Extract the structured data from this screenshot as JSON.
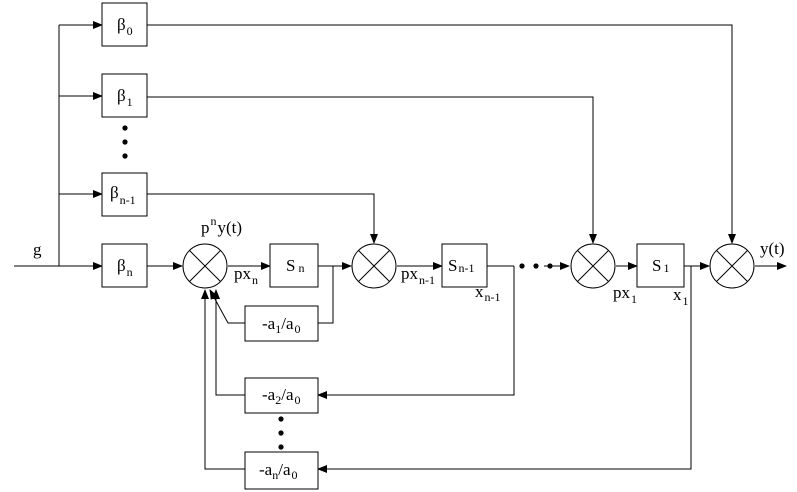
{
  "input_label": "g",
  "output_label": "y(t)",
  "pn_label": {
    "base": "p",
    "sup": "n",
    "rest": "y(t)"
  },
  "beta_blocks": [
    {
      "main": "β",
      "sub": "0"
    },
    {
      "main": "β",
      "sub": "1"
    },
    {
      "main": "β",
      "sub": "n-1"
    },
    {
      "main": "β",
      "sub": "n"
    }
  ],
  "s_blocks": [
    {
      "main": "S",
      "sub": "n"
    },
    {
      "main": "S",
      "sub": "n-1"
    },
    {
      "main": "S",
      "sub": "1"
    }
  ],
  "feedback_blocks": [
    {
      "pre": "-a",
      "sub1": "1",
      "mid": "/a",
      "sub2": "0"
    },
    {
      "pre": "-a",
      "sub1": "2",
      "mid": "/a",
      "sub2": "0"
    },
    {
      "pre": "-a",
      "sub1": "n",
      "mid": "/a",
      "sub2": "0"
    }
  ],
  "signal_labels": {
    "px_n": {
      "main": "px",
      "sub": "n"
    },
    "px_n1": {
      "main": "px",
      "sub": "n-1"
    },
    "x_n1": {
      "main": "x",
      "sub": "n-1"
    },
    "px_1": {
      "main": "px",
      "sub": "1"
    },
    "x_1": {
      "main": "x",
      "sub": "1"
    }
  }
}
